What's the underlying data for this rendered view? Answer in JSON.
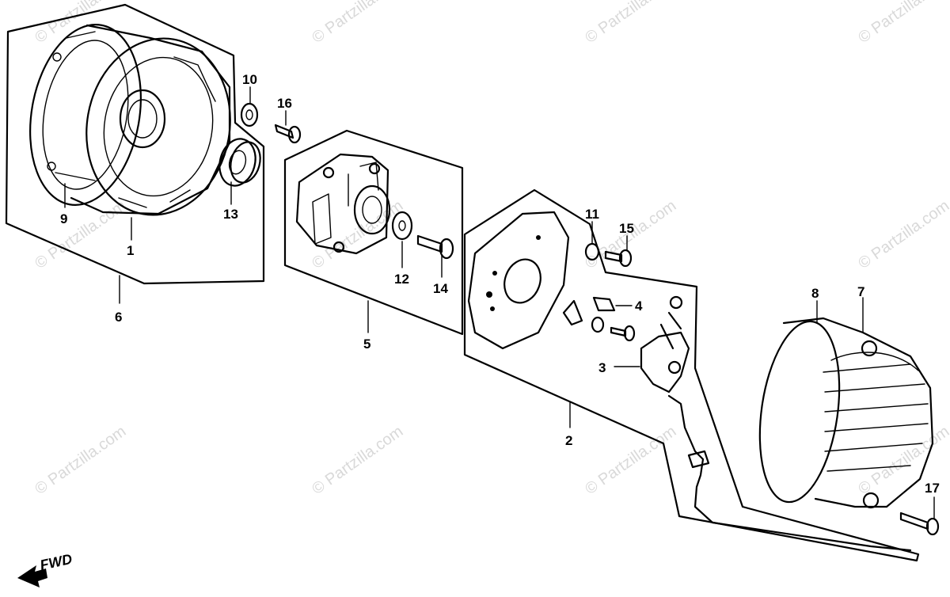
{
  "watermark": "© Partzilla.com",
  "fwd_label": "FWD",
  "callouts": [
    "1",
    "2",
    "3",
    "4",
    "5",
    "6",
    "7",
    "8",
    "9",
    "10",
    "11",
    "12",
    "13",
    "14",
    "15",
    "16",
    "17"
  ]
}
